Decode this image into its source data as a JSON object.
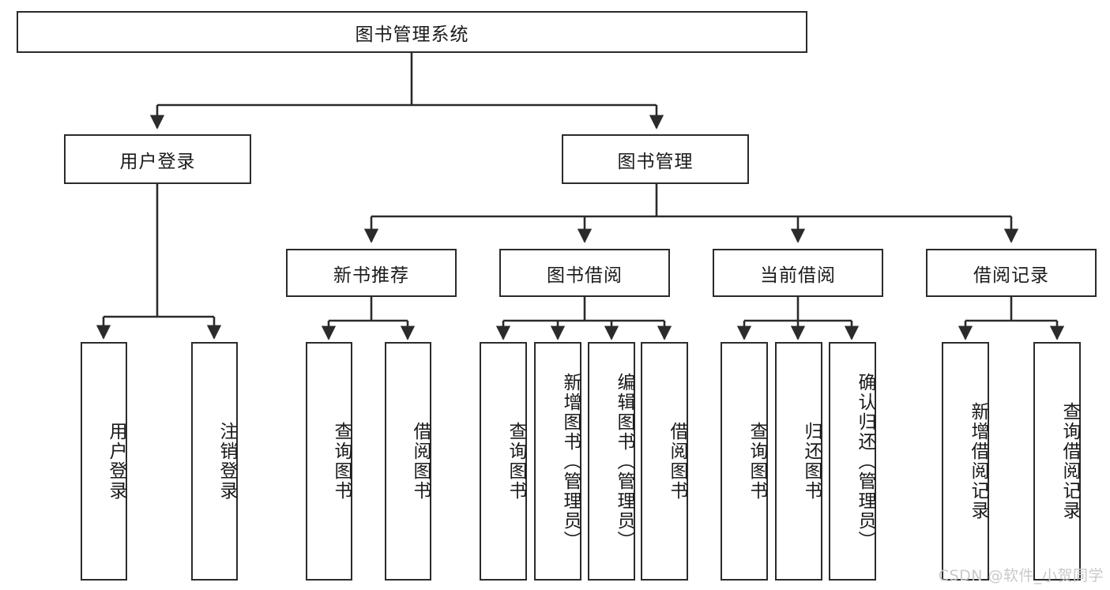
{
  "diagram": {
    "title": "图书管理系统",
    "type": "tree-hierarchy-diagram",
    "orientation": "top-down",
    "colors": {
      "box_border": "#2b2b2b",
      "box_fill": "#ffffff",
      "edge": "#2b2b2b",
      "text": "#1a1a1a",
      "watermark": "#c9c9c9",
      "background": "#ffffff"
    }
  },
  "root": {
    "label": "图书管理系统"
  },
  "level2": [
    {
      "label": "用户登录"
    },
    {
      "label": "图书管理"
    }
  ],
  "level3": [
    {
      "label": "新书推荐"
    },
    {
      "label": "图书借阅"
    },
    {
      "label": "当前借阅"
    },
    {
      "label": "借阅记录"
    }
  ],
  "leaves": {
    "user_login": [
      {
        "label": "用户登录"
      },
      {
        "label": "注销登录"
      }
    ],
    "new_book_recommend": [
      {
        "label": "查询图书"
      },
      {
        "label": "借阅图书"
      }
    ],
    "book_borrow": [
      {
        "label": "查询图书"
      },
      {
        "label": "新增图书（管理员）"
      },
      {
        "label": "编辑图书（管理员）"
      },
      {
        "label": "借阅图书"
      }
    ],
    "current_borrow": [
      {
        "label": "查询图书"
      },
      {
        "label": "归还图书"
      },
      {
        "label": "确认归还（管理员）"
      }
    ],
    "borrow_record": [
      {
        "label": "新增借阅记录"
      },
      {
        "label": "查询借阅记录"
      }
    ]
  },
  "watermark": {
    "text": "CSDN @软件_小贺同学"
  }
}
